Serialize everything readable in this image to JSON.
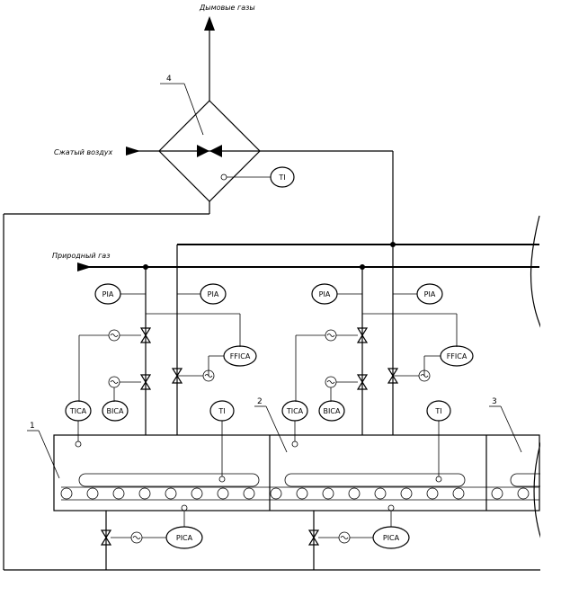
{
  "labels": {
    "flue_gas": "Дымовые газы",
    "compressed_air": "Сжатый воздух",
    "natural_gas": "Природный газ"
  },
  "callouts": [
    "1",
    "2",
    "3",
    "4"
  ],
  "instruments": {
    "ti": "TI",
    "pia": "PIA",
    "ffica": "FFICA",
    "tica": "TICA",
    "bica": "BICA",
    "pica": "PICA"
  }
}
